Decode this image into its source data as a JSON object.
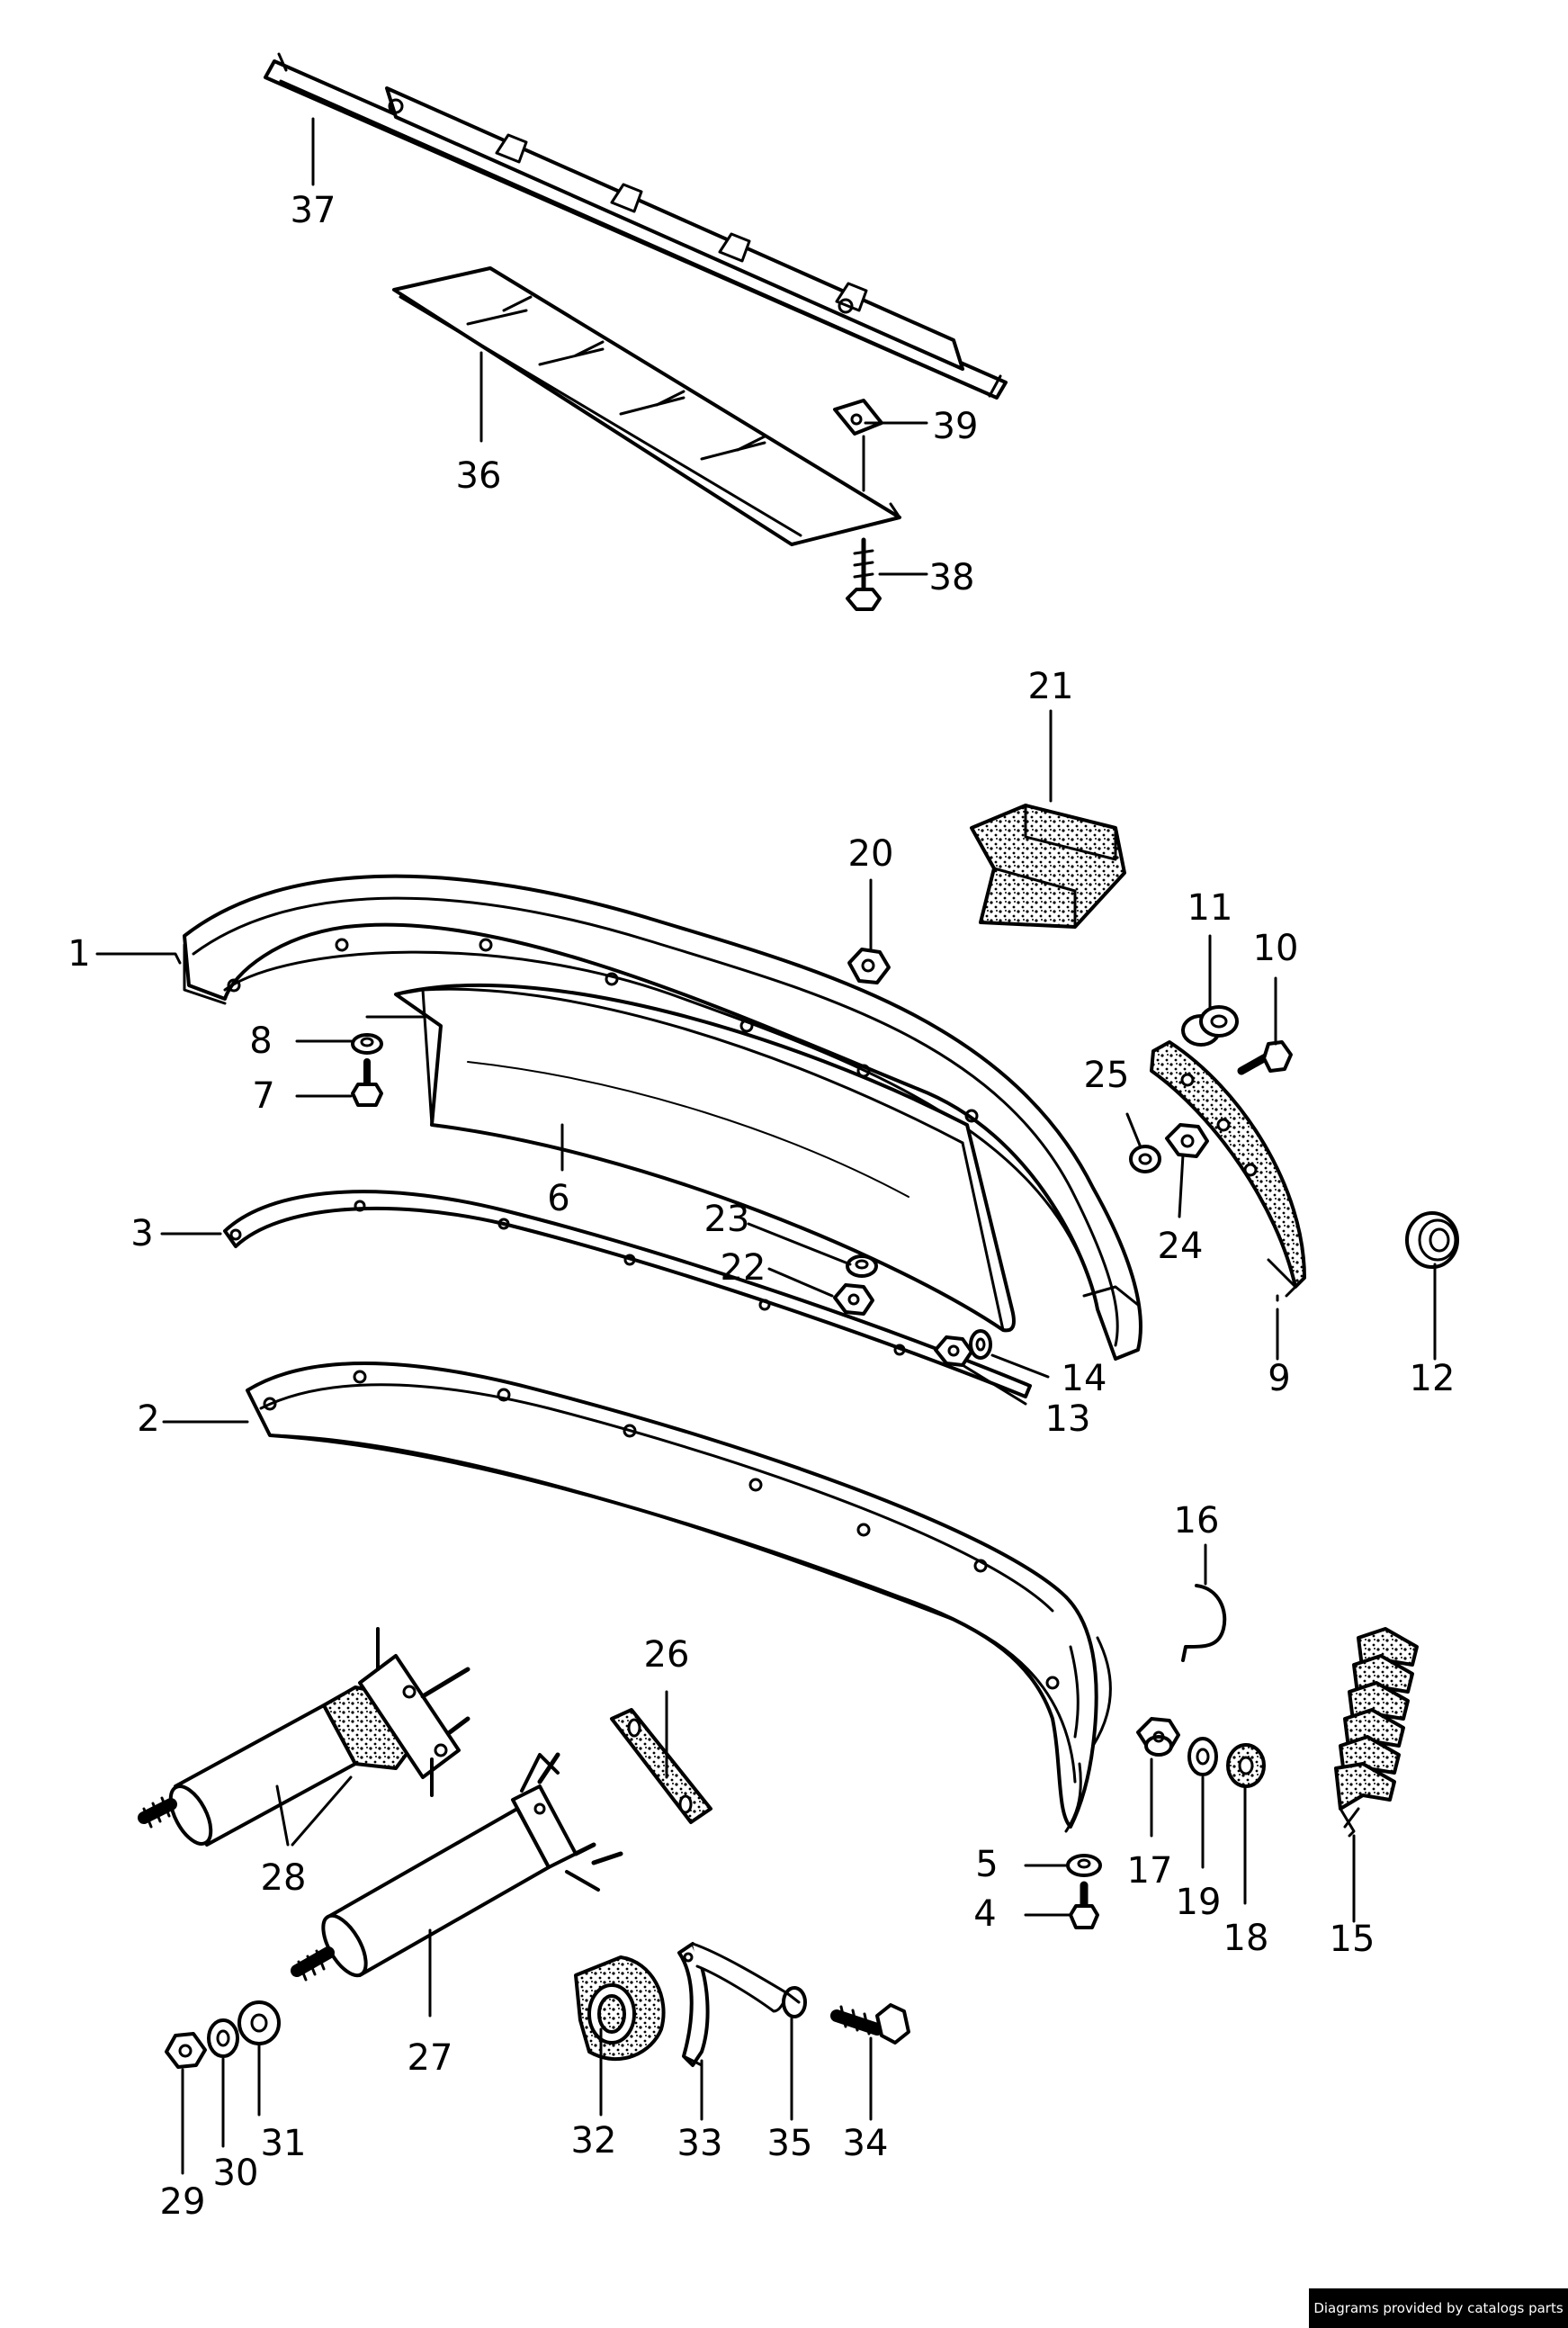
{
  "diagram": {
    "callouts": [
      "1",
      "2",
      "3",
      "4",
      "5",
      "6",
      "7",
      "8",
      "9",
      "10",
      "11",
      "12",
      "13",
      "14",
      "15",
      "16",
      "17",
      "18",
      "19",
      "20",
      "21",
      "22",
      "23",
      "24",
      "25",
      "26",
      "27",
      "28",
      "29",
      "30",
      "31",
      "32",
      "33",
      "34",
      "35",
      "36",
      "37",
      "38",
      "39"
    ],
    "colors": {
      "ink": "#000000",
      "paper": "#ffffff",
      "stipple": "#000000"
    }
  },
  "footer": {
    "credit": "Diagrams provided by catalogs parts"
  }
}
